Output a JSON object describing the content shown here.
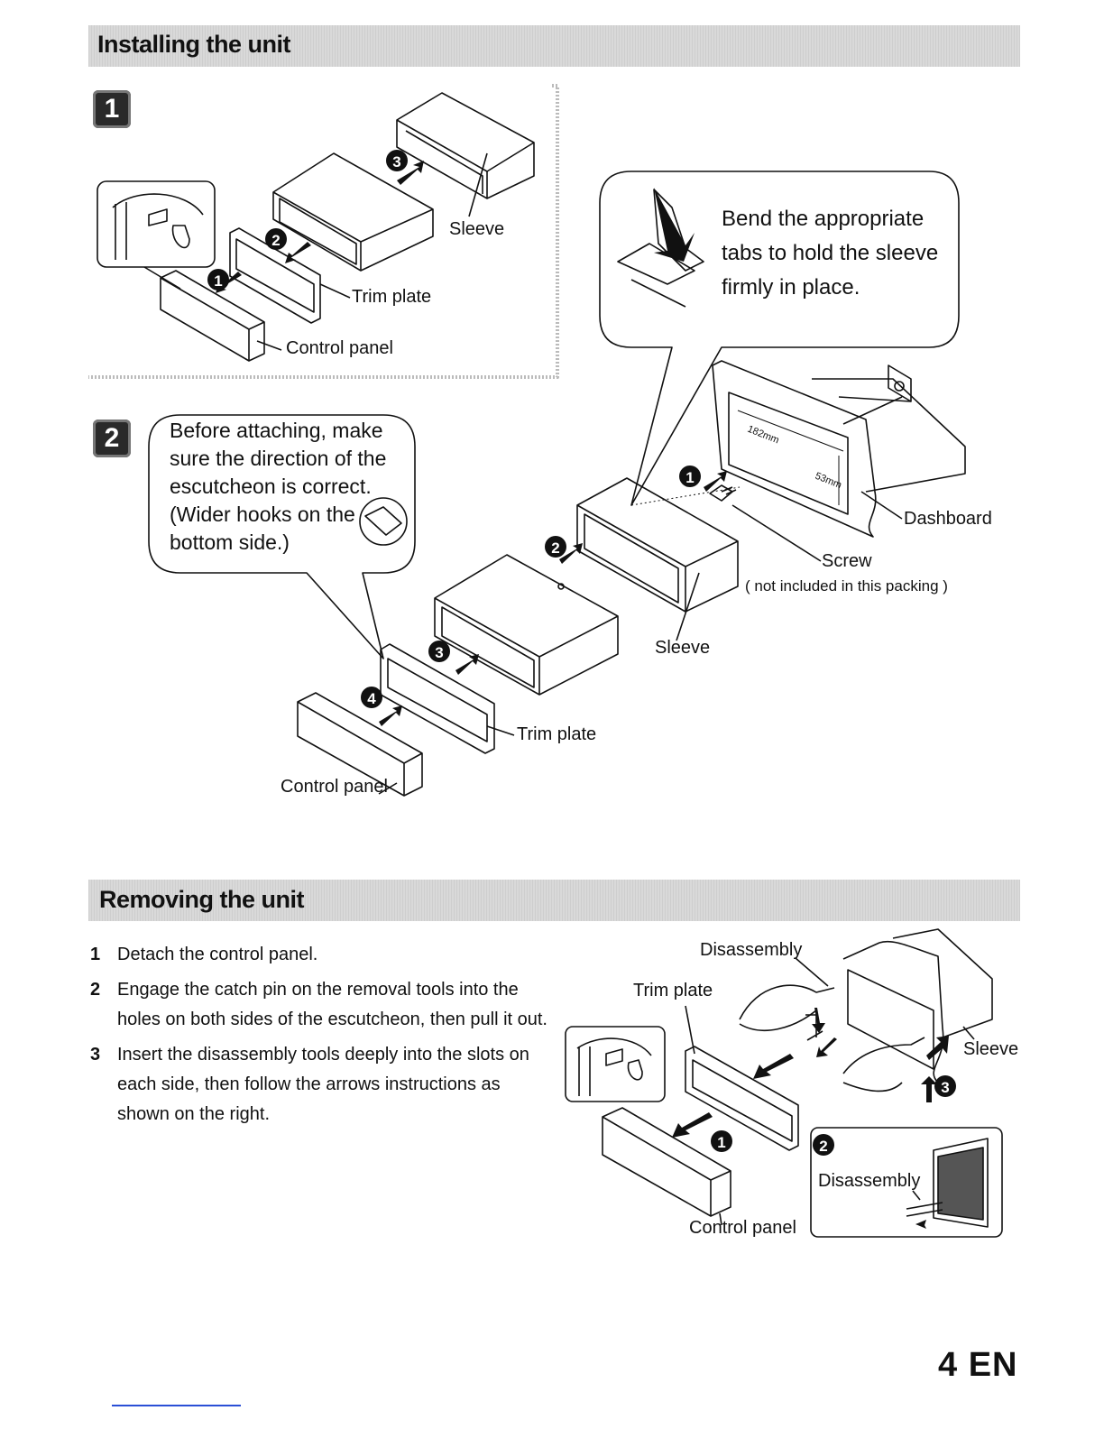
{
  "sections": {
    "installing": {
      "title": "Installing the unit"
    },
    "removing": {
      "title": "Removing the unit"
    }
  },
  "step1": {
    "badge": "1",
    "labels": {
      "sleeve": "Sleeve",
      "trim_plate": "Trim plate",
      "control_panel": "Control panel"
    },
    "callout": [
      "Bend the appropriate",
      "tabs to hold the sleeve",
      "firmly in place."
    ]
  },
  "step2": {
    "badge": "2",
    "callout": [
      "Before attaching, make",
      "sure the direction of the",
      "escutcheon is correct.",
      "(Wider hooks on the",
      "bottom side.)"
    ],
    "labels": {
      "dashboard": "Dashboard",
      "screw": "Screw",
      "screw_note": "( not included in this packing )",
      "sleeve": "Sleeve",
      "trim_plate": "Trim plate",
      "control_panel": "Control panel",
      "dim_width": "182mm",
      "dim_height": "53mm"
    }
  },
  "removing_steps": [
    {
      "num": "1",
      "text": "Detach the control panel."
    },
    {
      "num": "2",
      "text": "Engage  the catch pin on the removal tools into the holes on both sides of the escutcheon, then pull it out."
    },
    {
      "num": "3",
      "text": "Insert the disassembly tools deeply into the slots on each side, then follow the arrows instructions as shown on the right."
    }
  ],
  "removing_figure": {
    "labels": {
      "disassembly": "Disassembly",
      "trim_plate": "Trim plate",
      "sleeve": "Sleeve",
      "control_panel": "Control panel",
      "disassembly_inset": "Disassembly"
    }
  },
  "markers": {
    "m1": "1",
    "m2": "2",
    "m3": "3",
    "m4": "4"
  },
  "page": {
    "number": "4 EN"
  }
}
